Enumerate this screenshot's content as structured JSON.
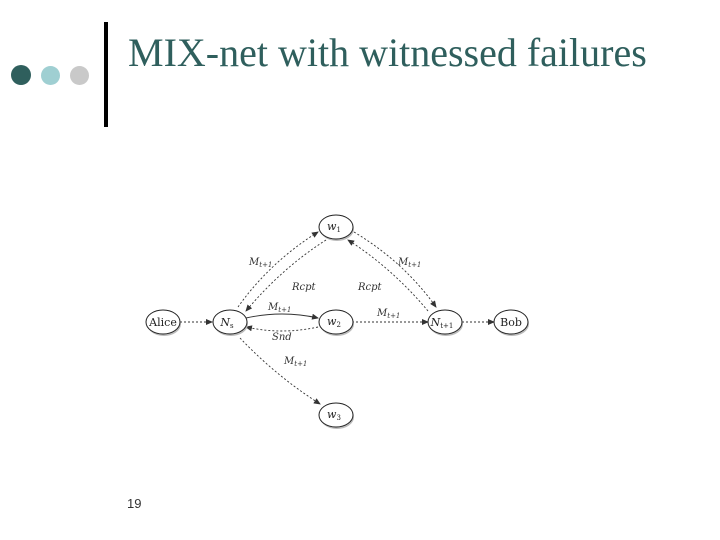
{
  "slide": {
    "title": "MIX-net with witnessed failures",
    "page_number": "19"
  },
  "diagram": {
    "nodes": {
      "alice": "Alice",
      "ns": "N",
      "ns_sub": "s",
      "w1": "w",
      "w1_sub": "1",
      "w2": "w",
      "w2_sub": "2",
      "w3": "w",
      "w3_sub": "3",
      "nt": "N",
      "nt_sub": "t+1",
      "bob": "Bob"
    },
    "edges": {
      "ns_w1": "M",
      "ns_w1_sub": "t+1",
      "w1_ns": "Rcpt",
      "w1_nt": "M",
      "w1_nt_sub": "t+1",
      "nt_w1": "Rcpt",
      "ns_w2": "M",
      "ns_w2_sub": "t+1",
      "w2_ns": "Snd",
      "w2_nt": "M",
      "w2_nt_sub": "t+1",
      "ns_w3": "M",
      "ns_w3_sub": "t+1"
    }
  },
  "colors": {
    "title": "#2f5f5d",
    "dot_dark": "#2f5f5d",
    "dot_light": "#9fcfd2",
    "dot_gray": "#c9c9c9"
  }
}
